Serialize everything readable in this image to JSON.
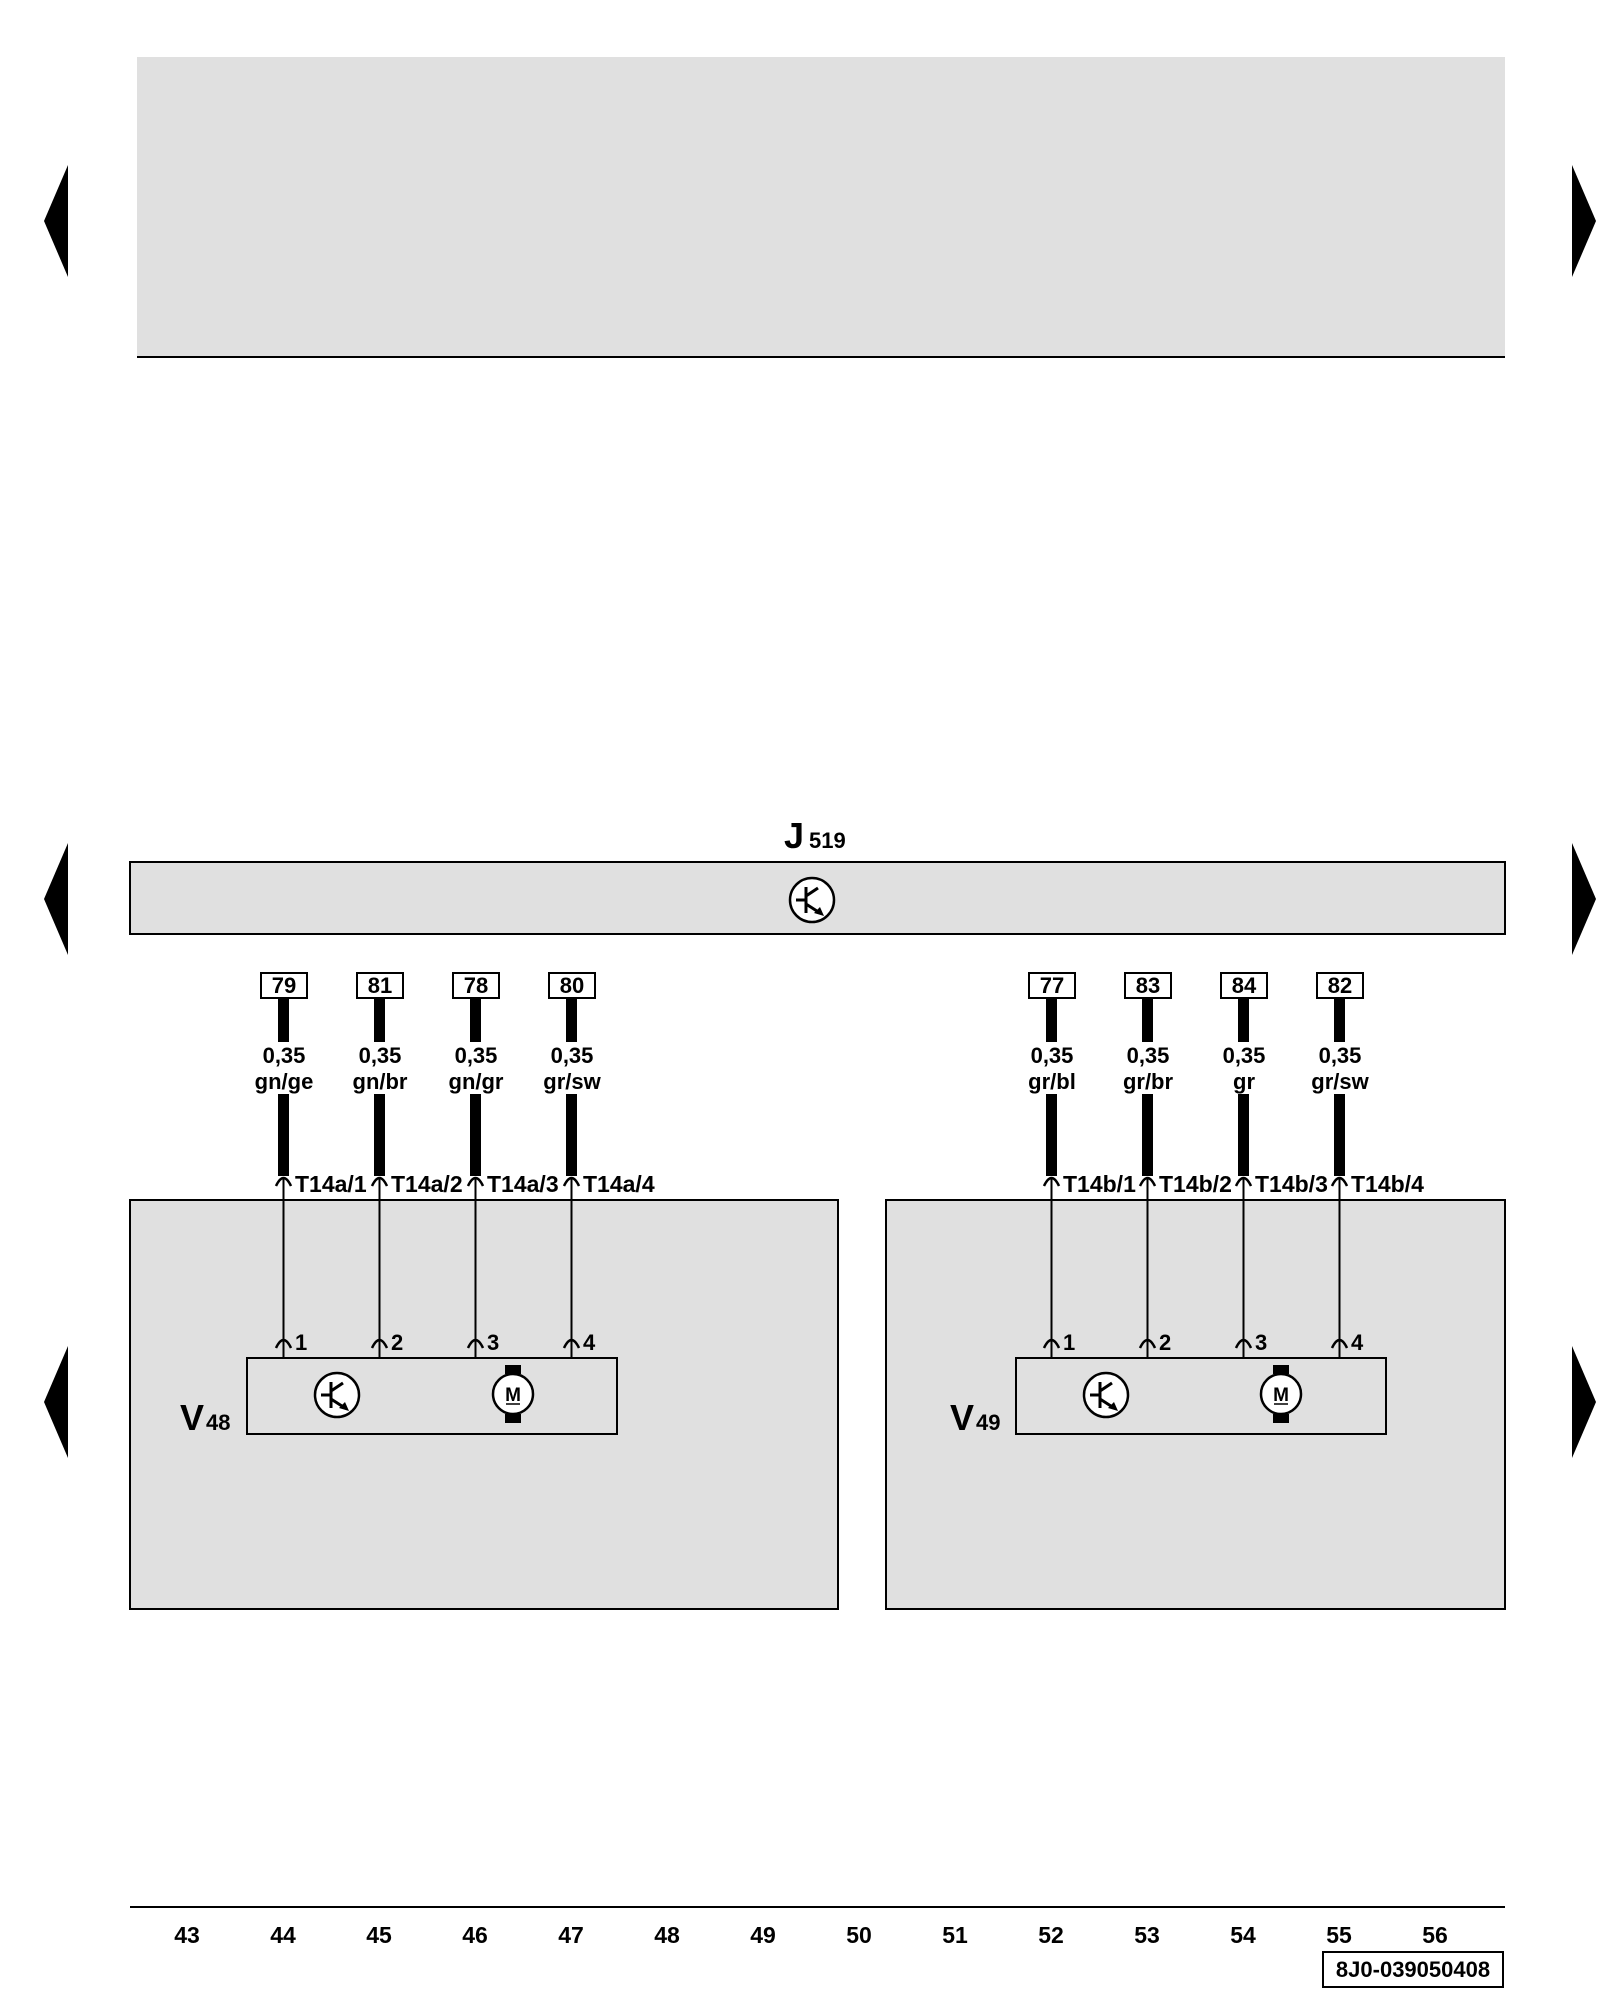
{
  "colors": {
    "panel_fill": "#e0e0e0",
    "line": "#000000",
    "background": "#ffffff"
  },
  "control_unit": {
    "label": "J",
    "sub": "519",
    "icon": "transistor-icon"
  },
  "components": [
    {
      "label": "V",
      "sub": "48",
      "icons": [
        "transistor-icon",
        "motor-icon"
      ],
      "motor_letter": "M",
      "wires": [
        {
          "node": "79",
          "size": "0,35",
          "color": "gn/ge",
          "connector": "T14a/1",
          "pin": "1"
        },
        {
          "node": "81",
          "size": "0,35",
          "color": "gn/br",
          "connector": "T14a/2",
          "pin": "2"
        },
        {
          "node": "78",
          "size": "0,35",
          "color": "gn/gr",
          "connector": "T14a/3",
          "pin": "3"
        },
        {
          "node": "80",
          "size": "0,35",
          "color": "gr/sw",
          "connector": "T14a/4",
          "pin": "4"
        }
      ]
    },
    {
      "label": "V",
      "sub": "49",
      "icons": [
        "transistor-icon",
        "motor-icon"
      ],
      "motor_letter": "M",
      "wires": [
        {
          "node": "77",
          "size": "0,35",
          "color": "gr/bl",
          "connector": "T14b/1",
          "pin": "1"
        },
        {
          "node": "83",
          "size": "0,35",
          "color": "gr/br",
          "connector": "T14b/2",
          "pin": "2"
        },
        {
          "node": "84",
          "size": "0,35",
          "color": "gr",
          "connector": "T14b/3",
          "pin": "3"
        },
        {
          "node": "82",
          "size": "0,35",
          "color": "gr/sw",
          "connector": "T14b/4",
          "pin": "4"
        }
      ]
    }
  ],
  "footer": {
    "columns": [
      "43",
      "44",
      "45",
      "46",
      "47",
      "48",
      "49",
      "50",
      "51",
      "52",
      "53",
      "54",
      "55",
      "56"
    ],
    "doc_id": "8J0-039050408"
  },
  "nav_arrows": [
    "left-arrow-icon",
    "right-arrow-icon"
  ]
}
